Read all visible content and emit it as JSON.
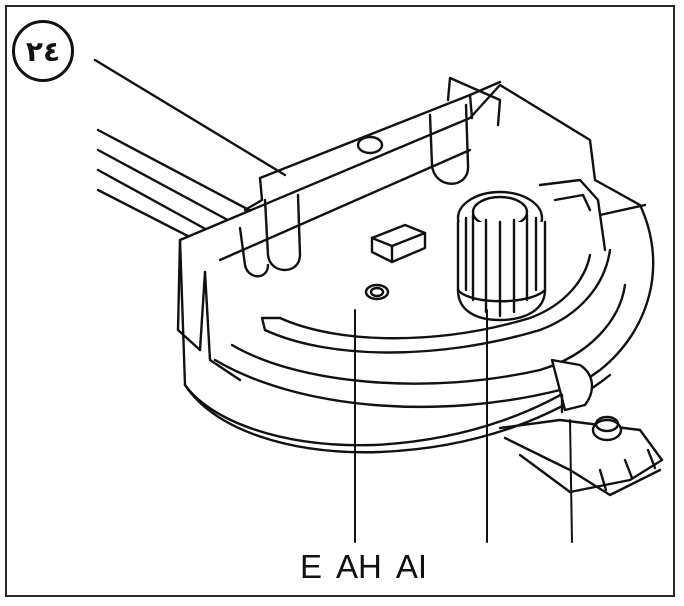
{
  "figure_number": "٢٤",
  "callouts": [
    {
      "label": "E"
    },
    {
      "label": "AH"
    },
    {
      "label": "AI"
    }
  ],
  "colors": {
    "ink": "#111111",
    "frame": "#2a2a2a",
    "paper": "#ffffff"
  }
}
